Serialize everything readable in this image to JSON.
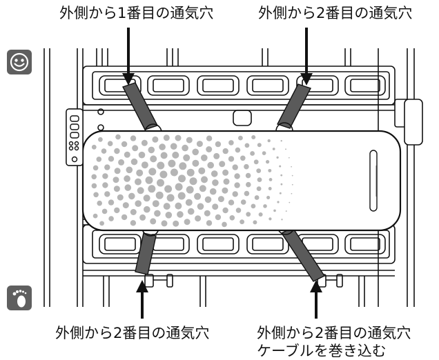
{
  "labels": {
    "top_left": "外側から1番目の通気穴",
    "top_right": "外側から2番目の通気穴",
    "bottom_left": "外側から2番目の通気穴",
    "bottom_right_line1": "外側から2番目の通気穴",
    "bottom_right_line2": "ケーブルを巻き込む"
  },
  "icons": {
    "head": "smiley-face-icon",
    "foot": "footprint-icon"
  },
  "colors": {
    "line": "#111111",
    "strap": "#5a5a5a",
    "dot": "#b5b5b5",
    "icon_bg": "#5f5f5f"
  }
}
